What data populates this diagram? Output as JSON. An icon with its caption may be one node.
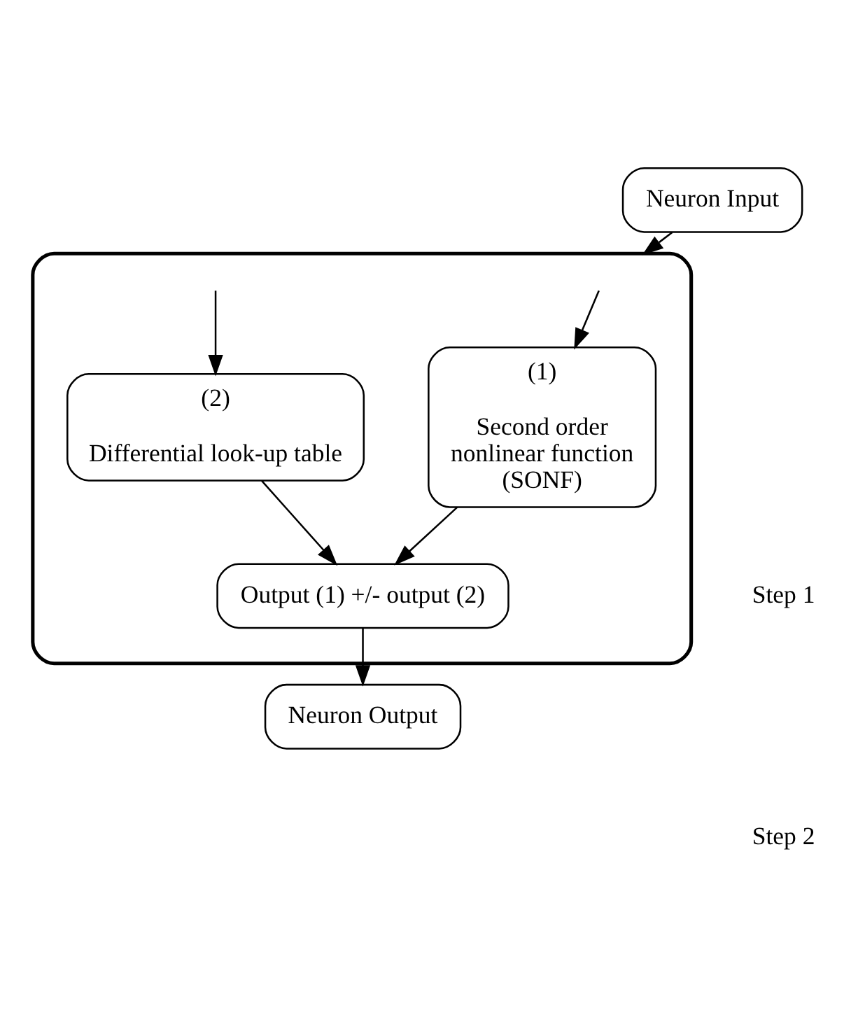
{
  "diagram": {
    "nodes": [
      {
        "text": [
          "Neuron Input"
        ]
      },
      {
        "text": [],
        "shape": "box"
      },
      {
        "text": [
          "(1)",
          "Second order nonlinear function (SONF)"
        ],
        "in": 1
      },
      {
        "text": [
          "(2)",
          "Differential look-up table"
        ],
        "in": 1
      },
      {
        "text": [
          "Output (1) +/- output (2)"
        ],
        "in": 1
      },
      {
        "text": [
          "Neuron Output"
        ]
      }
    ],
    "edges": [
      {
        "from": 0,
        "to": 1,
        "arrow": "to"
      },
      {
        "from": null,
        "to": 2,
        "arrow": "to"
      },
      {
        "from": null,
        "to": 3,
        "arrow": "to"
      },
      {
        "from": 2,
        "to": 4,
        "arrow": "to"
      },
      {
        "from": 3,
        "to": 4,
        "arrow": "to"
      },
      {
        "from": 4,
        "to": 5,
        "arrow": "to"
      }
    ],
    "labels": [
      "Step 1",
      "Step 2"
    ]
  }
}
